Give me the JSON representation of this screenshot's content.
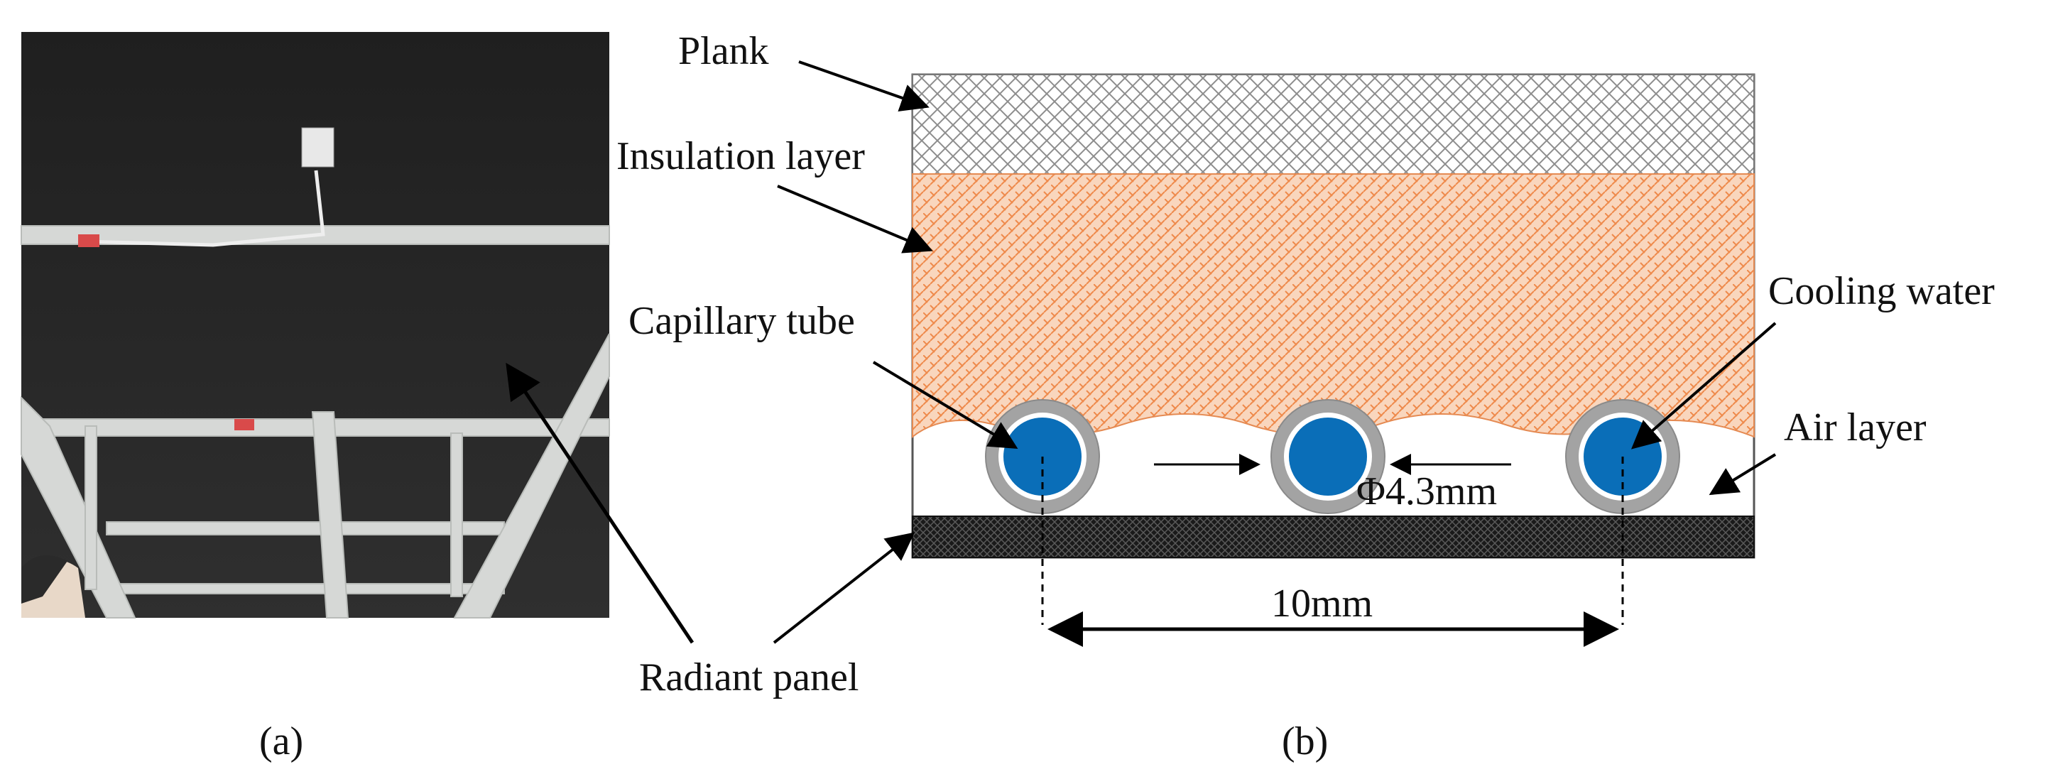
{
  "figure": {
    "panel_a": {
      "caption": "(a)",
      "photo_description_icon": "photo-of-radiant-ceiling-panels"
    },
    "panel_b": {
      "caption": "(b)",
      "labels": {
        "plank": "Plank",
        "insulation_layer": "Insulation layer",
        "capillary_tube": "Capillary tube",
        "cooling_water": "Cooling water",
        "air_layer": "Air layer",
        "radiant_panel": "Radiant panel",
        "diameter": "Φ4.3mm",
        "spacing": "10mm"
      }
    },
    "colors": {
      "insulation_fill": "#f6c9a8",
      "insulation_hatch": "#f08a4b",
      "tube_ring": "#a6a6a6",
      "water": "#0a6eb8",
      "panel_dark": "#1a1a1a",
      "ceiling_dark": "#2b2b2b",
      "frame": "#d4d6d4"
    }
  }
}
